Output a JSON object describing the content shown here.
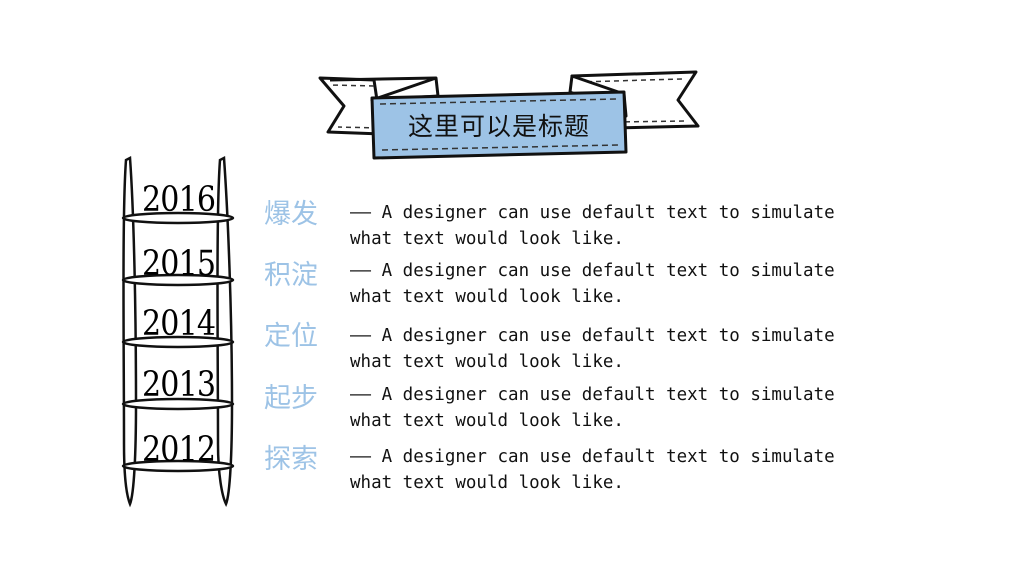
{
  "slide": {
    "title": "这里可以是标题",
    "accent_color": "#9dc3e6",
    "ribbon_fill": "#9dc3e6"
  },
  "timeline": [
    {
      "year": "2016",
      "stage": "爆发",
      "line1": "—— A designer can use default text to simulate",
      "line2": "what text would look like."
    },
    {
      "year": "2015",
      "stage": "积淀",
      "line1": "—— A designer can use default text to simulate",
      "line2": "what text would look like."
    },
    {
      "year": "2014",
      "stage": "定位",
      "line1": "—— A designer can use default text to simulate",
      "line2": "what text would look like."
    },
    {
      "year": "2013",
      "stage": "起步",
      "line1": "—— A designer can use default text to simulate",
      "line2": "what text would look like."
    },
    {
      "year": "2012",
      "stage": "探索",
      "line1": "—— A designer can use default text to simulate",
      "line2": "what text would look like."
    }
  ]
}
